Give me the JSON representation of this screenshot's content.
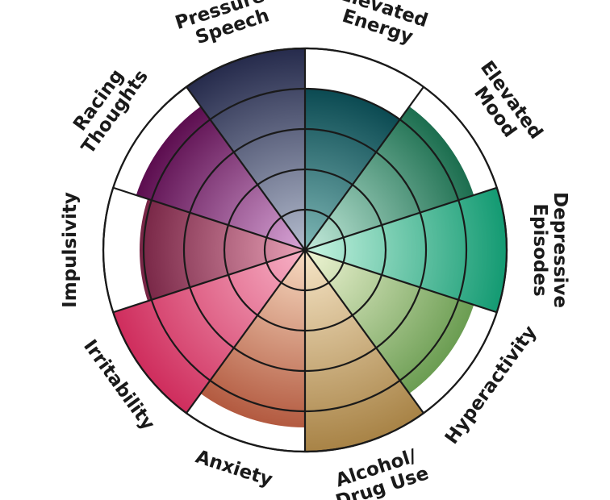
{
  "wheel": {
    "levels": 5,
    "segments": [
      {
        "lines": [
          "Elevated",
          "Energy"
        ],
        "level": 4,
        "inner": "#7fb8b6",
        "outer": "#0b4a52"
      },
      {
        "lines": [
          "Elevated",
          "Mood"
        ],
        "level": 4.4,
        "inner": "#c4ebdc",
        "outer": "#1c6e4f"
      },
      {
        "lines": [
          "Depressive",
          "Episodes"
        ],
        "level": 5.1,
        "inner": "#c9f5e3",
        "outer": "#139a72"
      },
      {
        "lines": [
          "Hyperactivity"
        ],
        "level": 4.4,
        "inner": "#f1f6d6",
        "outer": "#6b9d52"
      },
      {
        "lines": [
          "Alcohol/",
          "Drug Use"
        ],
        "level": 5.6,
        "inner": "#f7e6c8",
        "outer": "#a88346"
      },
      {
        "lines": [
          "Anxiety"
        ],
        "level": 4.4,
        "inner": "#f8dcc3",
        "outer": "#b35a40"
      },
      {
        "lines": [
          "Irritability"
        ],
        "level": 5.6,
        "inner": "#f7b2c6",
        "outer": "#cf2d5d"
      },
      {
        "lines": [
          "Impulsivity"
        ],
        "level": 4.1,
        "inner": "#e9a2b7",
        "outer": "#772545"
      },
      {
        "lines": [
          "Racing",
          "Thoughts"
        ],
        "level": 4.4,
        "inner": "#d9a6d8",
        "outer": "#5c0d4f"
      },
      {
        "lines": [
          "Pressured",
          "Speech"
        ],
        "level": 5.6,
        "inner": "#b4bcce",
        "outer": "#262b4c"
      }
    ]
  }
}
